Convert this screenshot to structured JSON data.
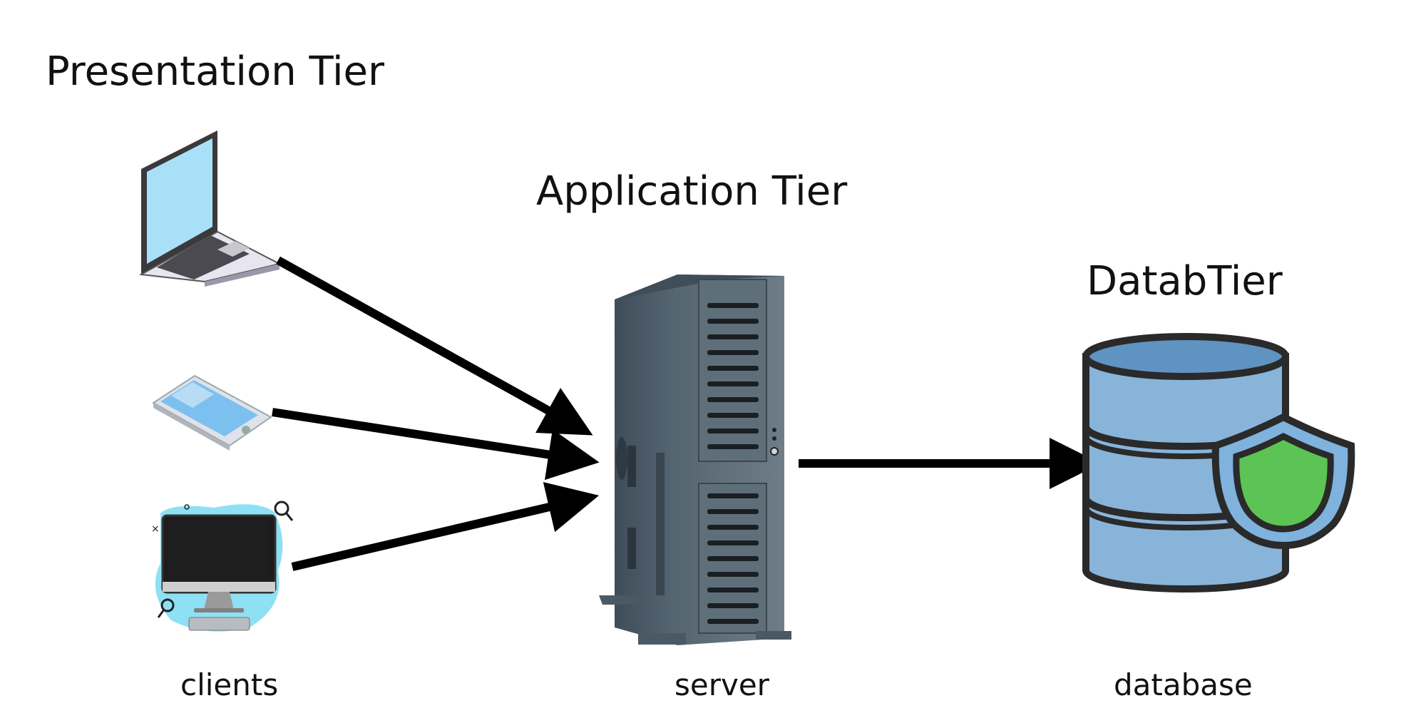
{
  "tiers": {
    "presentation": "Presentation Tier",
    "application": "Application Tier",
    "data": "DatabTier"
  },
  "captions": {
    "clients": "clients",
    "server": "server",
    "database": "database"
  },
  "colors": {
    "arrow": "#000000",
    "server_body": "#4f5f6c",
    "db_fill": "#89b4da",
    "db_top": "#5f93c1",
    "shield_outer": "#7fb2dd",
    "shield_inner": "#5cc454",
    "screen": "#a6dff7",
    "phone_screen": "#79bdf0",
    "splash": "#8ee0f4"
  },
  "icons": [
    "laptop-icon",
    "phone-icon",
    "desktop-icon",
    "server-tower-icon",
    "database-icon",
    "shield-icon"
  ]
}
